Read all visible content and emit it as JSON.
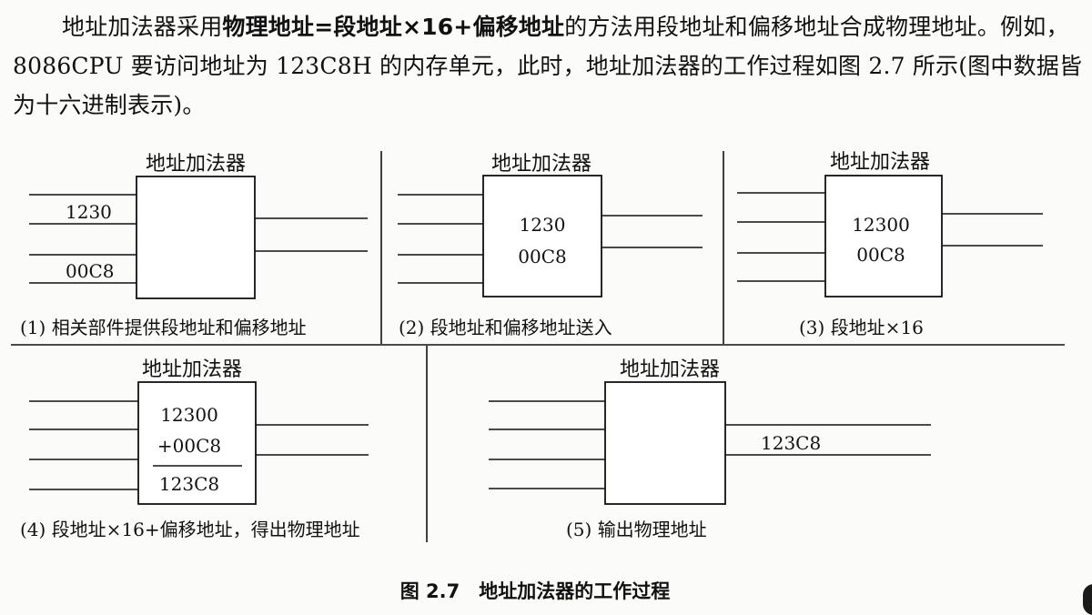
{
  "paragraph": {
    "part1": "地址加法器采用",
    "formula": "物理地址=段地址×16+偏移地址",
    "part2": "的方法用段地址和偏移地址合成物理地址。例如，8086CPU 要访问地址为 123C8H 的内存单元，此时，地址加法器的工作过程如图 2.7 所示(图中数据皆为十六进制表示)。"
  },
  "figure": {
    "caption": "图 2.7　地址加法器的工作过程",
    "panels": [
      {
        "title": "地址加法器",
        "caption": "(1) 相关部件提供段地址和偏移地址",
        "input_labels": [
          "1230",
          "00C8"
        ]
      },
      {
        "title": "地址加法器",
        "caption": "(2) 段地址和偏移地址送入",
        "box_lines": [
          "1230",
          "00C8"
        ]
      },
      {
        "title": "地址加法器",
        "caption": "(3) 段地址×16",
        "box_lines": [
          "12300",
          "00C8"
        ]
      },
      {
        "title": "地址加法器",
        "caption": "(4) 段地址×16+偏移地址，得出物理地址",
        "box_lines": [
          "12300",
          "+00C8",
          "123C8"
        ]
      },
      {
        "title": "地址加法器",
        "caption": "(5) 输出物理地址",
        "output_label": "123C8"
      }
    ]
  }
}
